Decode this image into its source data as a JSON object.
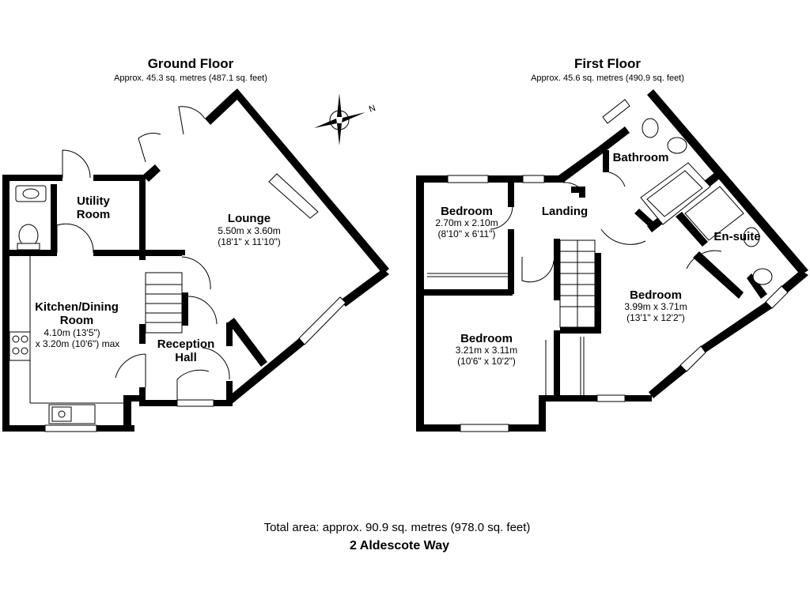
{
  "ground_floor": {
    "title": "Ground Floor",
    "area": "Approx. 45.3 sq. metres (487.1 sq. feet)",
    "rooms": {
      "utility": {
        "name_line1": "Utility",
        "name_line2": "Room"
      },
      "lounge": {
        "name": "Lounge",
        "dim_metric": "5.50m x 3.60m",
        "dim_imperial": "(18'1\" x 11'10\")"
      },
      "kitchen": {
        "name_line1": "Kitchen/Dining",
        "name_line2": "Room",
        "dim_line1": "4.10m (13'5\")",
        "dim_line2": "x 3.20m (10'6\") max"
      },
      "hall": {
        "name_line1": "Reception",
        "name_line2": "Hall"
      }
    }
  },
  "first_floor": {
    "title": "First Floor",
    "area": "Approx. 45.6 sq. metres (490.9 sq. feet)",
    "rooms": {
      "bedroom_small": {
        "name": "Bedroom",
        "dim_metric": "2.70m x 2.10m",
        "dim_imperial": "(8'10\" x 6'11\")"
      },
      "landing": {
        "name": "Landing"
      },
      "bathroom": {
        "name": "Bathroom"
      },
      "ensuite": {
        "name": "En-suite"
      },
      "bedroom_main": {
        "name": "Bedroom",
        "dim_metric": "3.99m x 3.71m",
        "dim_imperial": "(13'1\" x 12'2\")"
      },
      "bedroom_lower": {
        "name": "Bedroom",
        "dim_metric": "3.21m x 3.11m",
        "dim_imperial": "(10'6\" x 10'2\")"
      }
    }
  },
  "compass": {
    "label": "N"
  },
  "footer": {
    "total_area": "Total area: approx. 90.9 sq. metres (978.0 sq. feet)",
    "address": "2 Aldescote Way"
  }
}
